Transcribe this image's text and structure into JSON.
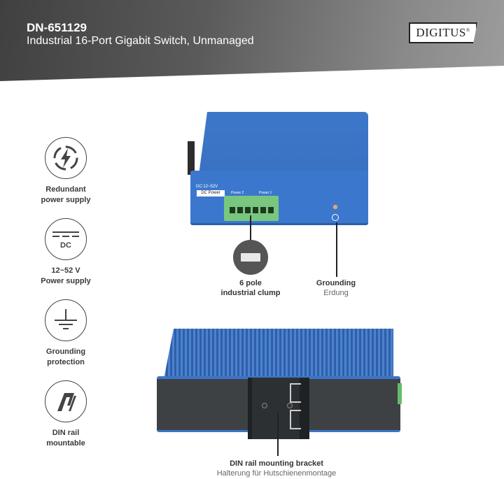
{
  "header": {
    "model": "DN-651129",
    "description": "Industrial 16-Port Gigabit Switch, Unmanaged",
    "brand": "DIGITUS",
    "brand_mark": "®"
  },
  "features": [
    {
      "icon": "lightning-bolt-icon",
      "line1": "Redundant",
      "line2": "power supply"
    },
    {
      "icon": "dc-icon",
      "icon_text": "DC",
      "line1": "12~52 V",
      "line2": "Power supply"
    },
    {
      "icon": "ground-icon",
      "line1": "Grounding",
      "line2": "protection"
    },
    {
      "icon": "din-rail-icon",
      "line1": "DIN rail",
      "line2": "mountable"
    }
  ],
  "device_front": {
    "voltage_label": "DC:12~52V",
    "dc_power_label": "DC Power",
    "power2_label": "Power 2",
    "power1_label": "Power 1",
    "colors": {
      "housing": "#3b78cd",
      "terminal": "#79c77f"
    }
  },
  "callouts": {
    "clump": {
      "line1": "6 pole",
      "line2": "industrial clump"
    },
    "grounding": {
      "title": "Grounding",
      "subtitle": "Erdung"
    },
    "din": {
      "title": "DIN rail mounting bracket",
      "subtitle": "Halterung für Hutschienenmontage"
    }
  }
}
